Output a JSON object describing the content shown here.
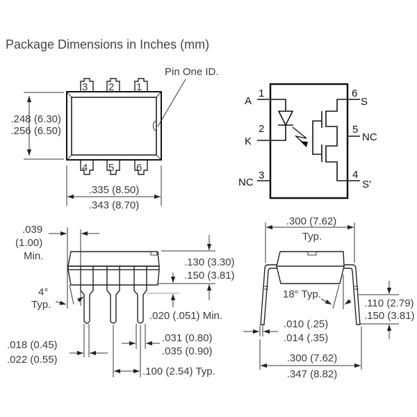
{
  "title": "Package Dimensions in Inches (mm)",
  "top_view": {
    "pin_one_label": "Pin One ID.",
    "pins_top": [
      "3",
      "2",
      "1"
    ],
    "pins_bottom": [
      "4",
      "5",
      "6"
    ],
    "width_dim": [
      ".248 (6.30)",
      ".256 (6.50)"
    ],
    "length_dim": [
      ".335 (8.50)",
      ".343 (8.70)"
    ]
  },
  "schematic": {
    "left_pins": [
      {
        "num": "1",
        "label": "A"
      },
      {
        "num": "2",
        "label": "K"
      },
      {
        "num": "3",
        "label": "NC"
      }
    ],
    "right_pins": [
      {
        "num": "6",
        "label": "S"
      },
      {
        "num": "5",
        "label": "NC"
      },
      {
        "num": "4",
        "label": "S'"
      }
    ]
  },
  "side_view": {
    "standoff": [
      ".039",
      "(1.00)",
      "Min."
    ],
    "angle": [
      "4°",
      "Typ."
    ],
    "height": [
      ".130 (3.30)",
      ".150 (3.81)"
    ],
    "seating": ".020 (.051) Min.",
    "lead_width": [
      ".018 (0.45)",
      ".022 (0.55)"
    ],
    "shoulder_width": [
      ".031 (0.80)",
      ".035 (0.90)"
    ],
    "pitch": ".100 (2.54) Typ."
  },
  "end_view": {
    "row_spacing": [
      ".300 (7.62)",
      "Typ."
    ],
    "angle": "18° Typ.",
    "lead_length": [
      ".110 (2.79)",
      ".150 (3.81)"
    ],
    "lead_thickness": [
      ".010 (.25)",
      ".014 (.35)"
    ],
    "overall_width": [
      ".300 (7.62)",
      ".347 (8.82)"
    ]
  }
}
